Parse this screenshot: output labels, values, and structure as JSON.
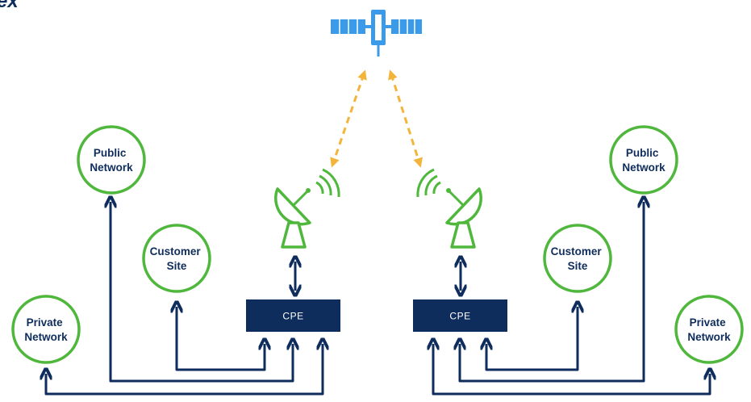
{
  "colors": {
    "navy": "#0f2d5c",
    "green": "#4fb83c",
    "orange": "#f3b43b",
    "satellite_blue": "#3c9be8",
    "white": "#ffffff"
  },
  "corner_text": "ex",
  "satellite": {
    "icon": "satellite-icon"
  },
  "left": {
    "dish": {
      "icon": "satellite-dish-icon"
    },
    "cpe": {
      "label": "CPE"
    },
    "public_network": {
      "line1": "Public",
      "line2": "Network"
    },
    "customer_site": {
      "line1": "Customer",
      "line2": "Site"
    },
    "private_network": {
      "line1": "Private",
      "line2": "Network"
    }
  },
  "right": {
    "dish": {
      "icon": "satellite-dish-icon"
    },
    "cpe": {
      "label": "CPE"
    },
    "public_network": {
      "line1": "Public",
      "line2": "Network"
    },
    "customer_site": {
      "line1": "Customer",
      "line2": "Site"
    },
    "private_network": {
      "line1": "Private",
      "line2": "Network"
    }
  }
}
